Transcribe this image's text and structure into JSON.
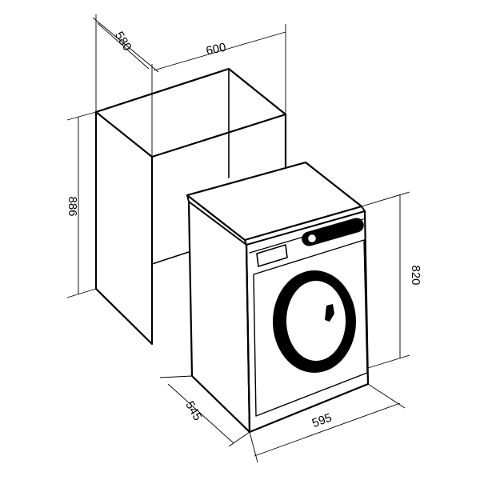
{
  "dimensions": {
    "niche_depth": "580",
    "niche_width": "600",
    "niche_height": "886",
    "machine_height": "820",
    "machine_depth": "545",
    "machine_width": "595"
  },
  "colors": {
    "line": "#000000",
    "background": "#ffffff"
  }
}
